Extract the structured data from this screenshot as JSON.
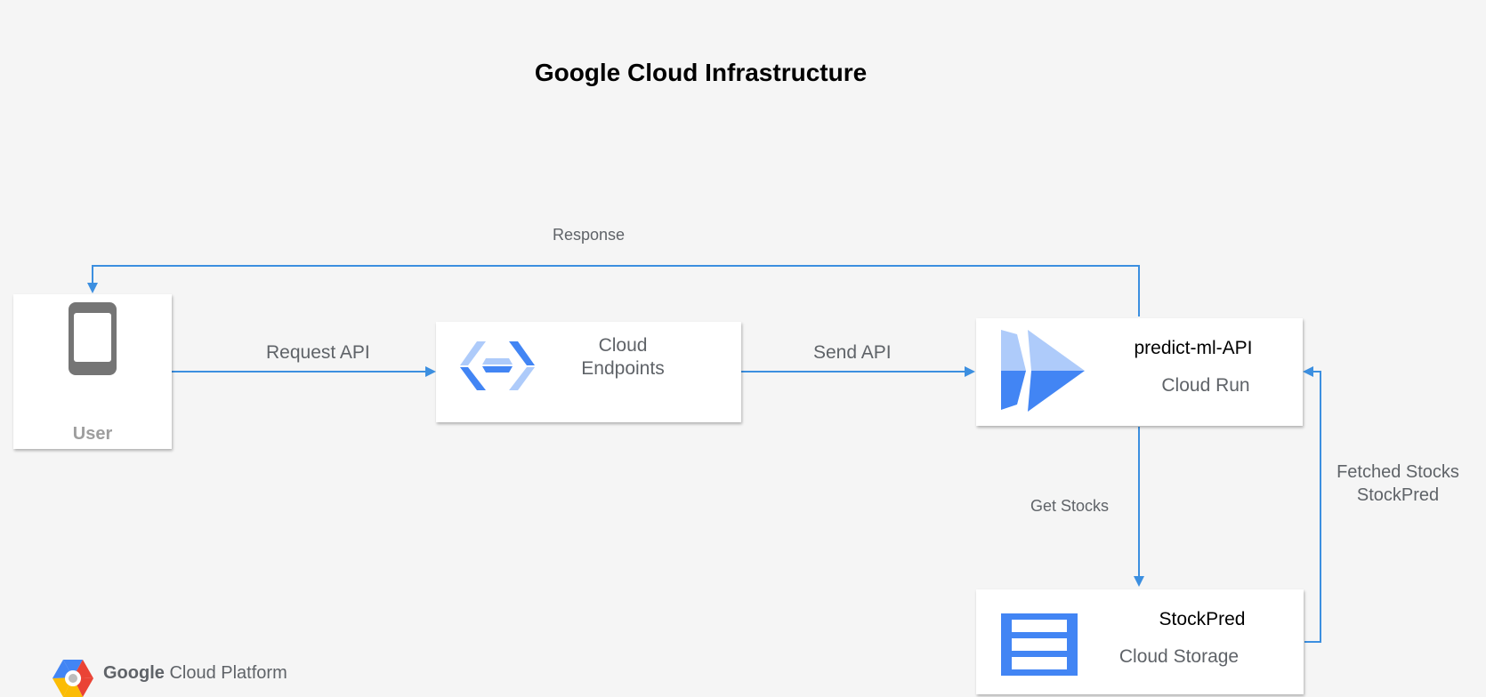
{
  "title": "Google Cloud Infrastructure",
  "nodes": {
    "user": {
      "label": "User",
      "icon": "mobile-phone-icon"
    },
    "endpoints": {
      "label_line1": "Cloud",
      "label_line2": "Endpoints",
      "icon": "cloud-endpoints-icon"
    },
    "cloud_run": {
      "name": "predict-ml-API",
      "service": "Cloud Run",
      "icon": "cloud-run-icon"
    },
    "storage": {
      "name": "StockPred",
      "service": "Cloud Storage",
      "icon": "cloud-storage-icon"
    }
  },
  "edges": {
    "response": "Response",
    "request_api": "Request API",
    "send_api": "Send API",
    "get_stocks": "Get Stocks",
    "fetched_line1": "Fetched Stocks",
    "fetched_line2": "StockPred"
  },
  "branding": {
    "word1": "Google",
    "word2": "Cloud Platform",
    "icon": "google-cloud-logo-icon"
  },
  "colors": {
    "edge": "#3c8fe0",
    "blue_dark": "#4285f4",
    "blue_light": "#aecbfa",
    "gray_icon": "#757575"
  }
}
